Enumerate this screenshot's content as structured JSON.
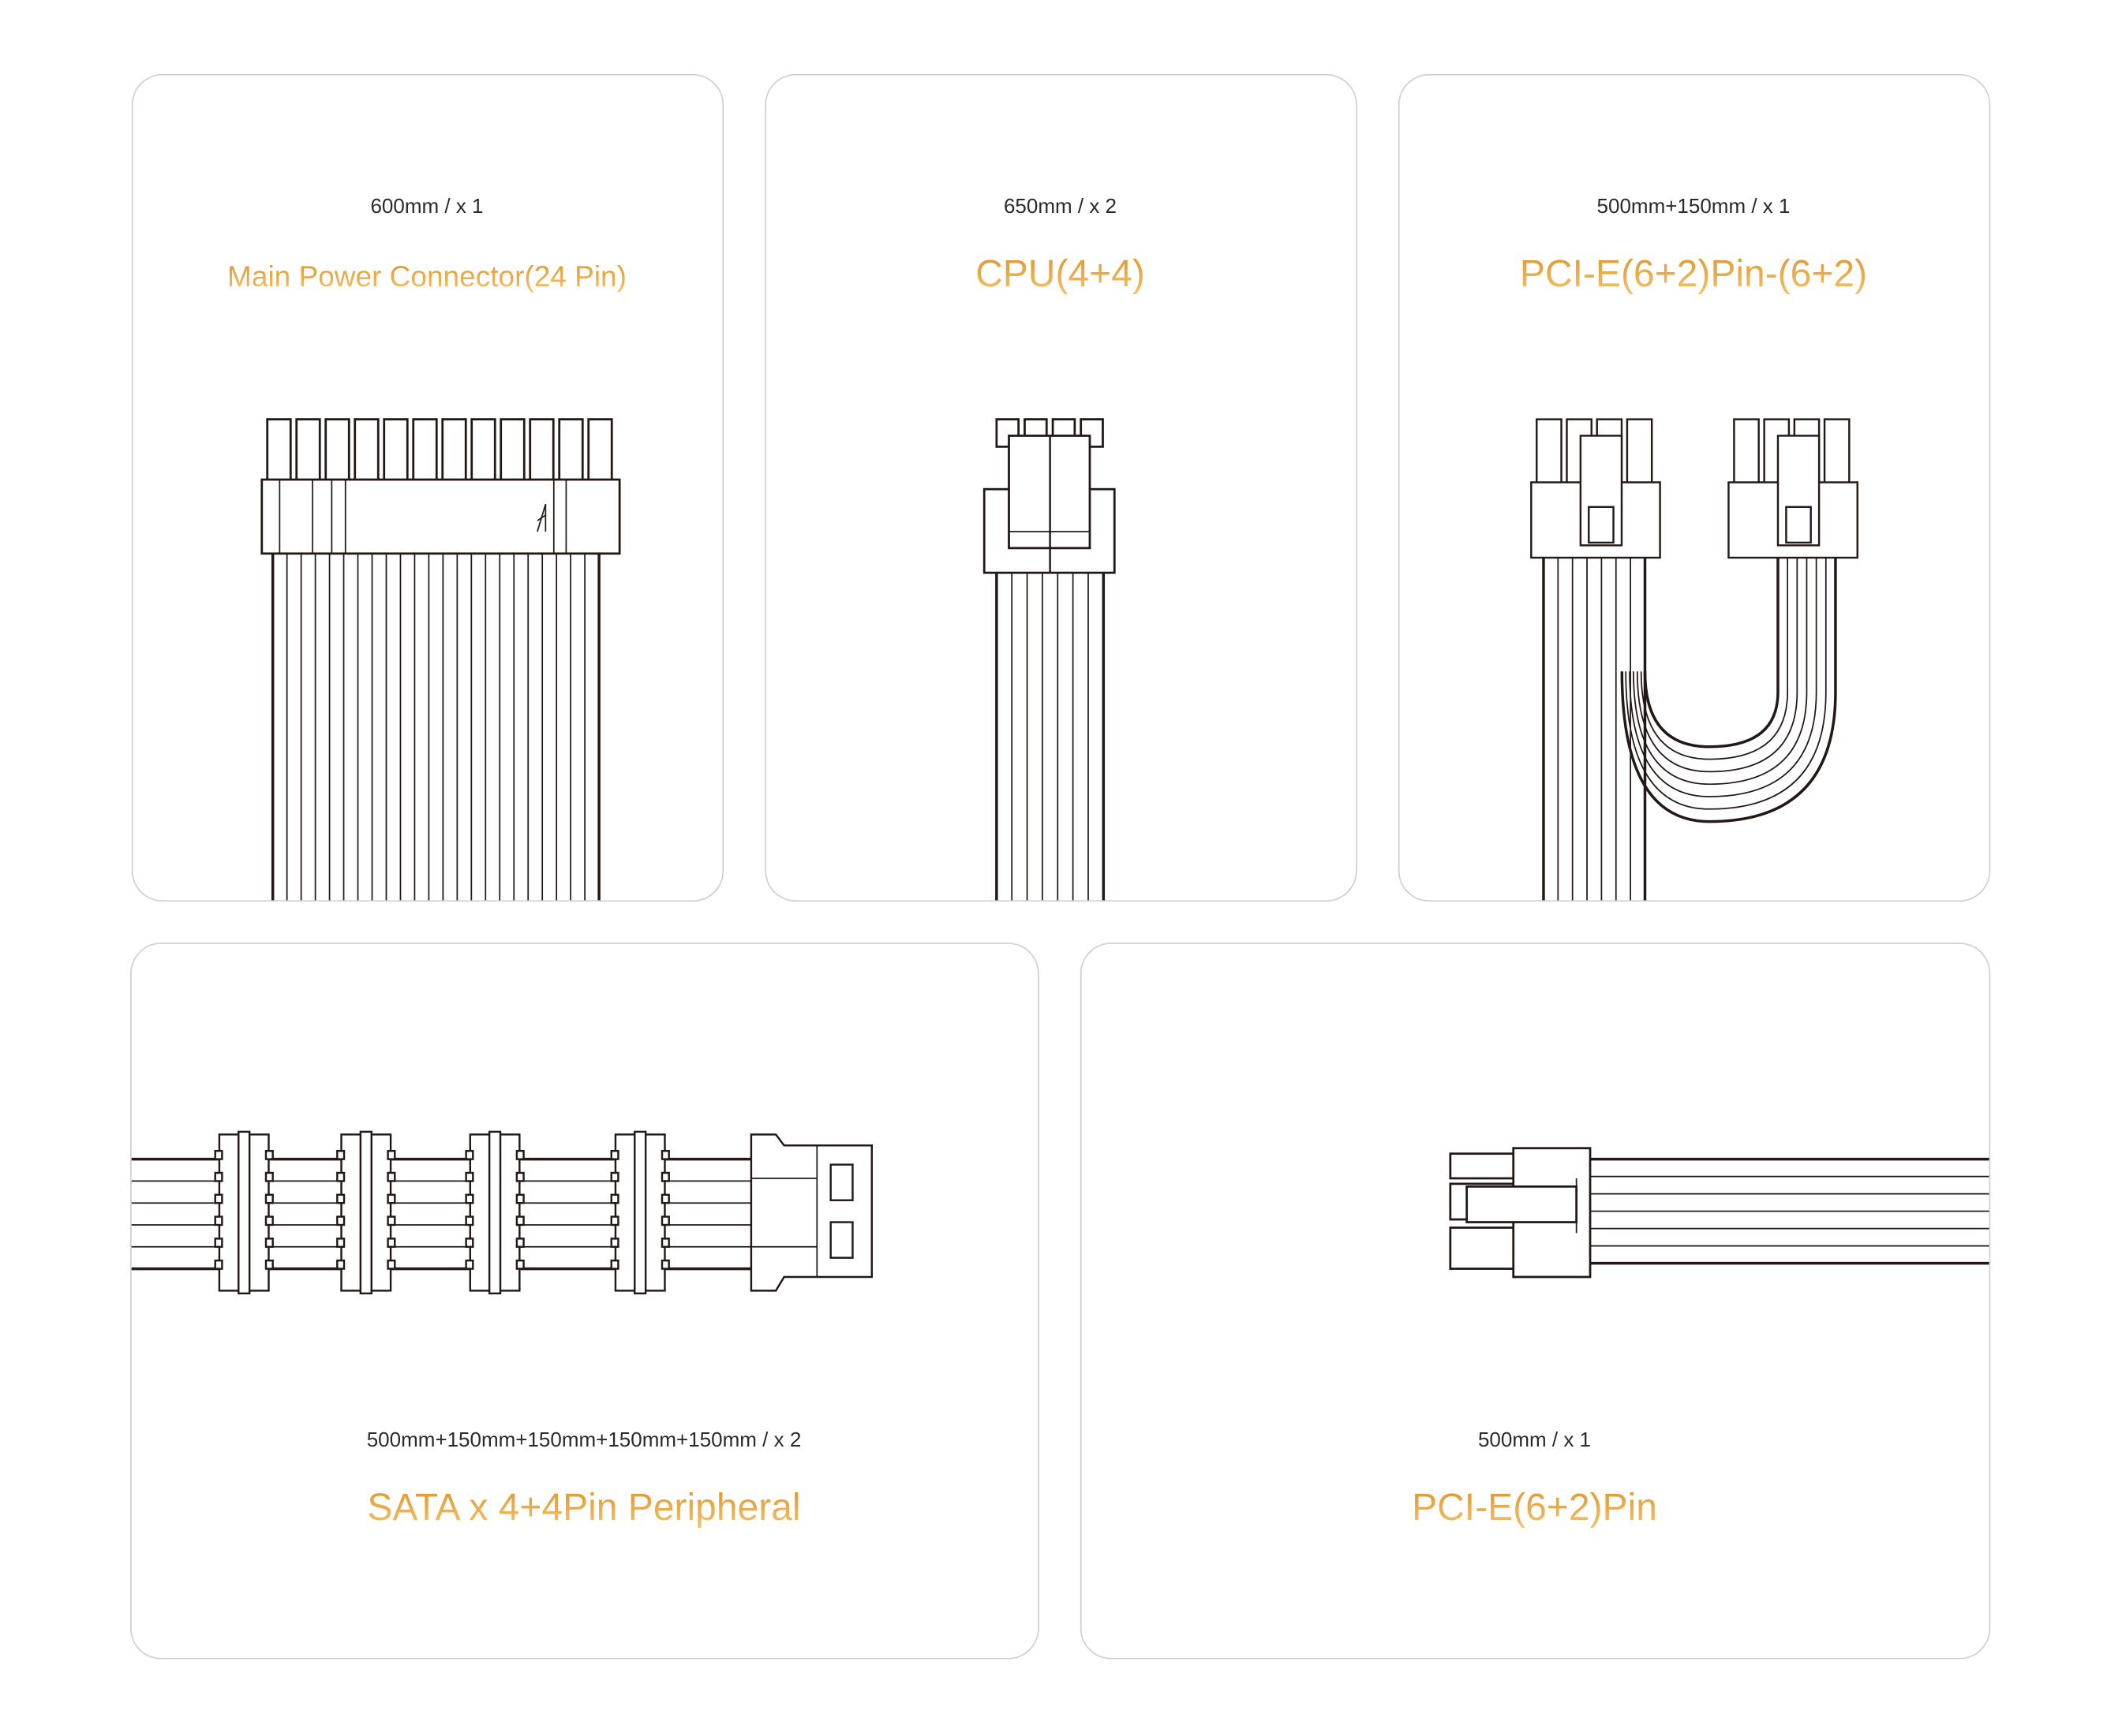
{
  "colors": {
    "title": "#e9a23a",
    "line": "#231815",
    "border": "#cccccc"
  },
  "cards": [
    {
      "spec": "600mm  /  x 1",
      "title": "Main Power Connector(24 Pin)"
    },
    {
      "spec": "650mm  /  x 2",
      "title": "CPU(4+4)"
    },
    {
      "spec": "500mm+150mm  /  x 1",
      "title": "PCI-E(6+2)Pin-(6+2)"
    },
    {
      "spec": "500mm+150mm+150mm+150mm+150mm   /  x 2",
      "title": "SATA x 4+4Pin Peripheral"
    },
    {
      "spec": "500mm  /  x 1",
      "title": "PCI-E(6+2)Pin"
    }
  ]
}
